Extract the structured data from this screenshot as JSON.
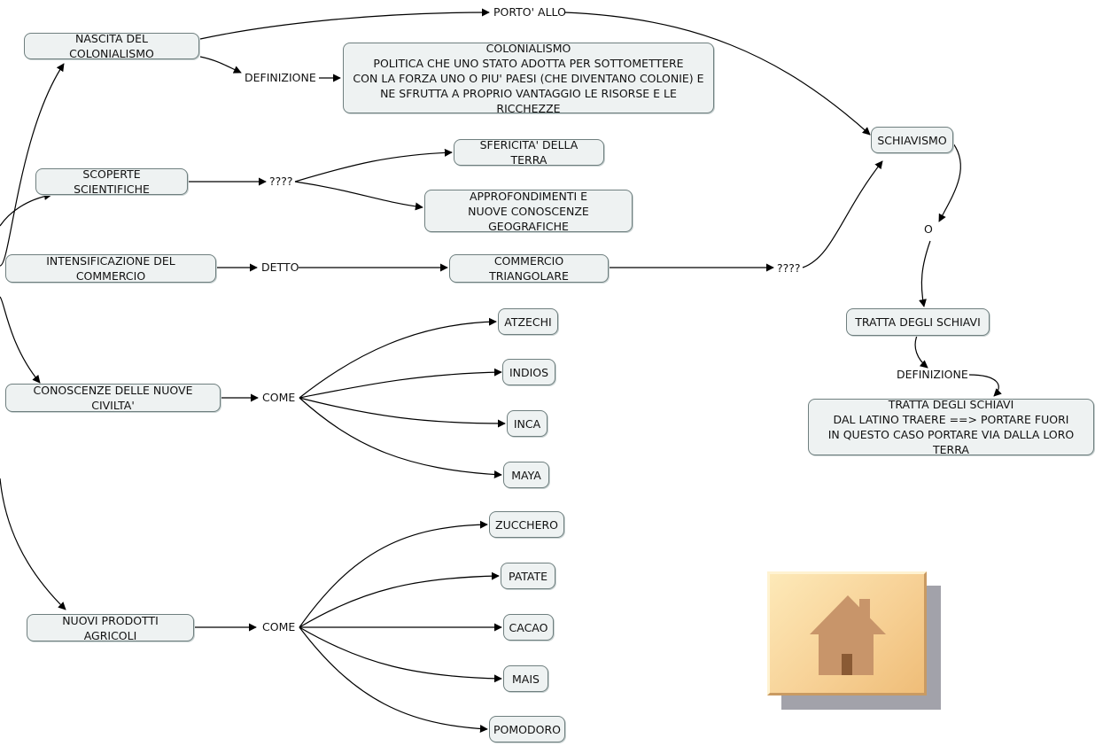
{
  "nodes": {
    "nascita": "NASCITA DEL COLONIALISMO",
    "colonialismo_def": "COLONIALISMO\nPOLITICA CHE UNO STATO ADOTTA PER SOTTOMETTERE\nCON LA FORZA UNO O PIU' PAESI (CHE DIVENTANO COLONIE) E\nNE SFRUTTA A PROPRIO VANTAGGIO LE RISORSE E LE RICCHEZZE",
    "scoperte": "SCOPERTE SCIENTIFICHE",
    "sfericita": "SFERICITA' DELLA TERRA",
    "approfondimenti": "APPROFONDIMENTI E\nNUOVE CONOSCENZE GEOGRAFICHE",
    "intensificazione": "INTENSIFICAZIONE DEL COMMERCIO",
    "triangolare": "COMMERCIO TRIANGOLARE",
    "schiavismo": "SCHIAVISMO",
    "tratta": "TRATTA DEGLI SCHIAVI",
    "tratta_def": "TRATTA DEGLI SCHIAVI\nDAL LATINO TRAERE ==> PORTARE FUORI\nIN QUESTO CASO PORTARE VIA DALLA LORO TERRA",
    "conoscenze": "CONOSCENZE DELLE NUOVE CIVILTA'",
    "atzechi": "ATZECHI",
    "indios": "INDIOS",
    "inca": "INCA",
    "maya": "MAYA",
    "nuovi": "NUOVI PRODOTTI AGRICOLI",
    "zucchero": "ZUCCHERO",
    "patate": "PATATE",
    "cacao": "CACAO",
    "mais": "MAIS",
    "pomodoro": "POMODORO"
  },
  "links": {
    "porto_allo": "PORTO' ALLO",
    "definizione_1": "DEFINIZIONE",
    "qqq_1": "????",
    "detto": "DETTO",
    "qqq_2": "????",
    "o": "O",
    "definizione_2": "DEFINIZIONE",
    "come_1": "COME",
    "come_2": "COME"
  },
  "home_button": {
    "icon": "home-icon",
    "colors": {
      "tile": "#f7d196",
      "house": "#c8956a",
      "door": "#8a5a34",
      "shadow": "#a2a2aa"
    }
  }
}
